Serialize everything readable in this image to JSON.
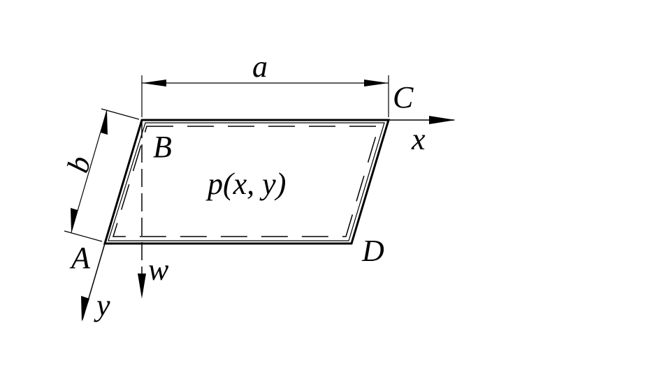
{
  "diagram": {
    "points": {
      "A": "A",
      "B": "B",
      "C": "C",
      "D": "D"
    },
    "axes": {
      "x": "x",
      "y": "y",
      "w": "w"
    },
    "dimensions": {
      "a": "a",
      "b": "b"
    },
    "load_label": "p(x, y)",
    "colors": {
      "ink": "#000000",
      "background": "#ffffff"
    }
  }
}
